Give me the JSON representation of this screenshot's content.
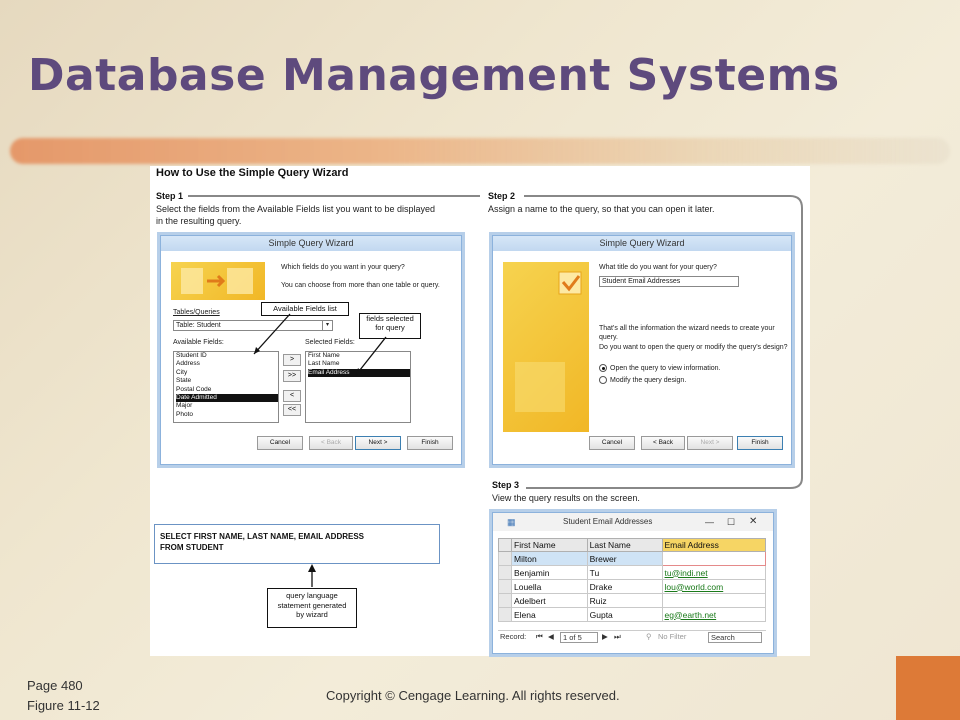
{
  "slide": {
    "title": "Database Management Systems",
    "page": "Page 480",
    "figure_ref": "Figure 11-12",
    "copyright": "Copyright © Cengage Learning. All rights reserved."
  },
  "figure": {
    "heading": "How to Use the Simple Query Wizard",
    "step1": {
      "label": "Step 1",
      "line1": "Select the fields from the Available Fields list you want to be displayed",
      "line2": "in the resulting query."
    },
    "step2": {
      "label": "Step 2",
      "text": "Assign a name to the query, so that you can open it later."
    },
    "step3": {
      "label": "Step 3",
      "text": "View the query results on the screen."
    },
    "wizard1": {
      "title": "Simple Query Wizard",
      "prompt1": "Which fields do you want in your query?",
      "prompt2": "You can choose from more than one table or query.",
      "tables_label": "Tables/Queries",
      "table_value": "Table: Student",
      "available_label": "Available Fields:",
      "selected_label": "Selected Fields:",
      "available_fields": [
        "Student ID",
        "Address",
        "City",
        "State",
        "Postal Code",
        "Date Admitted",
        "Major",
        "Photo"
      ],
      "selected_fields": [
        "First Name",
        "Last Name",
        "Email Address"
      ],
      "move_buttons": [
        ">",
        ">>",
        "<",
        "<<"
      ],
      "buttons": {
        "cancel": "Cancel",
        "back": "< Back",
        "next": "Next >",
        "finish": "Finish"
      },
      "callout_available": "Available Fields list",
      "callout_selected_line1": "fields selected",
      "callout_selected_line2": "for query"
    },
    "wizard2": {
      "title": "Simple Query Wizard",
      "prompt": "What title do you want for your query?",
      "name_value": "Student Email Addresses",
      "info_line1": "That's all the information the wizard needs to create your",
      "info_line2": "query.",
      "question": "Do you want to open the query or modify the query's design?",
      "option_open": "Open the query to view information.",
      "option_modify": "Modify the query design.",
      "buttons": {
        "cancel": "Cancel",
        "back": "< Back",
        "next": "Next >",
        "finish": "Finish"
      }
    },
    "sql": {
      "line1": "SELECT FIRST NAME, LAST NAME, EMAIL ADDRESS",
      "line2": "FROM STUDENT"
    },
    "query_note": {
      "line1": "query language",
      "line2": "statement generated",
      "line3": "by wizard"
    },
    "results": {
      "title": "Student Email Addresses",
      "columns": [
        "First Name",
        "Last Name",
        "Email Address"
      ],
      "rows": [
        [
          "Milton",
          "Brewer",
          ""
        ],
        [
          "Benjamin",
          "Tu",
          "tu@indi.net"
        ],
        [
          "Louella",
          "Drake",
          "lou@world.com"
        ],
        [
          "Adelbert",
          "Ruiz",
          ""
        ],
        [
          "Elena",
          "Gupta",
          "eg@earth.net"
        ]
      ],
      "record_label": "Record:",
      "record_value": "1 of 5",
      "filter_label": "No Filter",
      "search_label": "Search"
    }
  }
}
